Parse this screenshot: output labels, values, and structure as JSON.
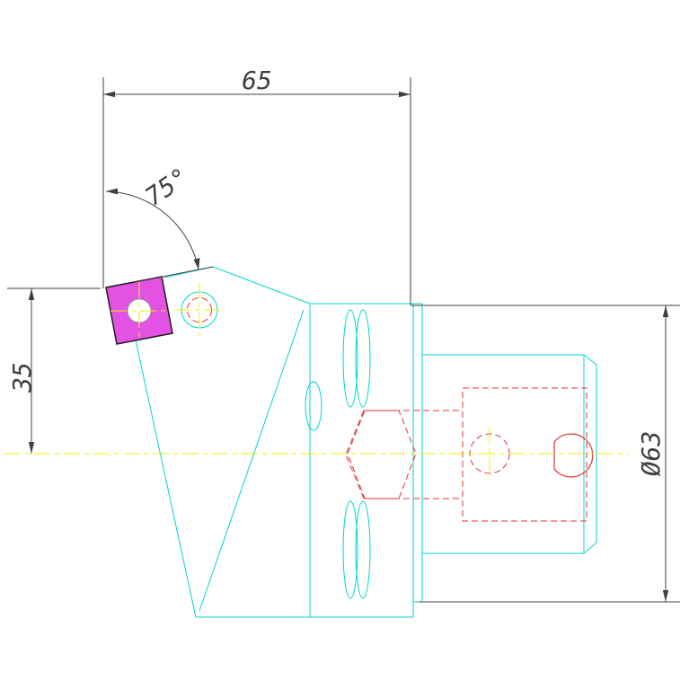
{
  "dimensions": {
    "width_label": "65",
    "angle_label": "75°",
    "height_label": "35",
    "diameter_label": "Ø63"
  },
  "colors": {
    "outline": "#00d4d4",
    "hidden": "#e03434",
    "centerline": "#f0f000",
    "dimension": "#404040",
    "insert": "#e352e3",
    "background": "#ffffff"
  }
}
